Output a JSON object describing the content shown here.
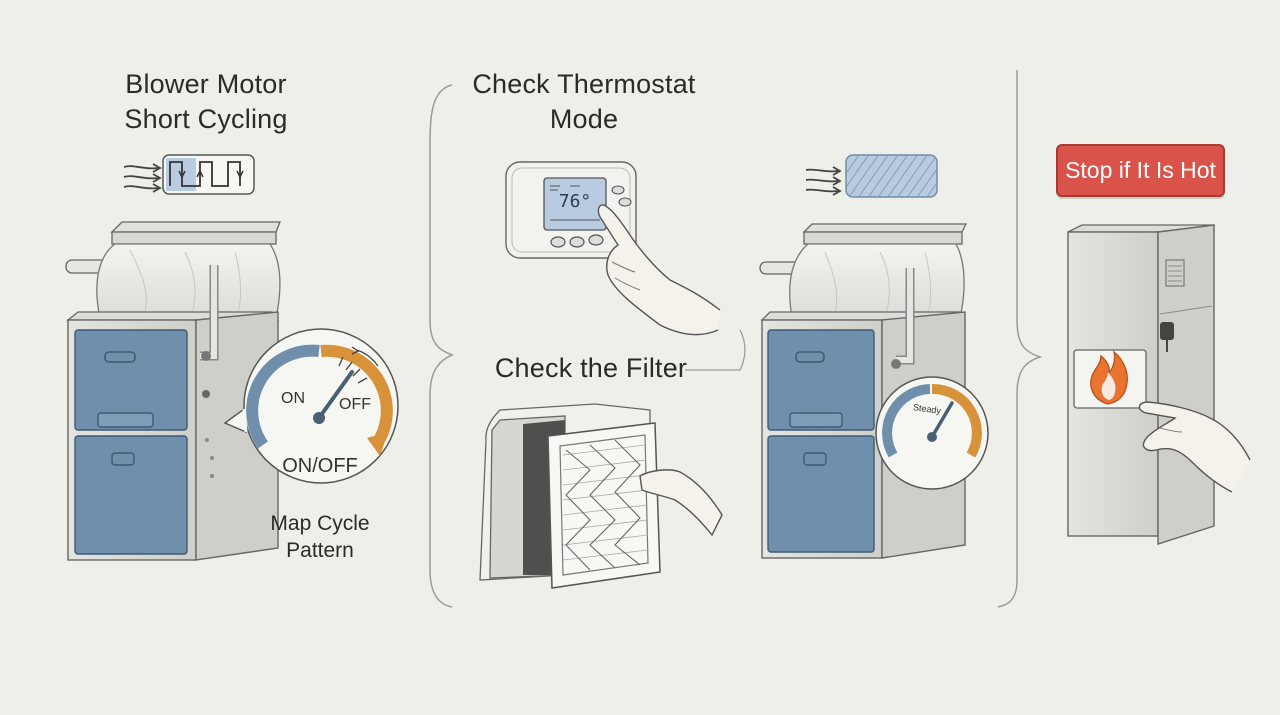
{
  "panels": {
    "blower": {
      "title_line1": "Blower Motor",
      "title_line2": "Short Cycling",
      "gauge_on": "ON",
      "gauge_off": "OFF",
      "gauge_caption": "ON/OFF",
      "caption_line1": "Map Cycle",
      "caption_line2": "Pattern"
    },
    "thermostat": {
      "title_line1": "Check Thermostat",
      "title_line2": "Mode",
      "display_temp": "76°"
    },
    "filter": {
      "title": "Check the Filter",
      "gauge_label": "Steady"
    },
    "hot": {
      "warning_label": "Stop if It Is Hot"
    }
  },
  "colors": {
    "background": "#efefea",
    "panel_blue": "#6f8fac",
    "gauge_orange": "#d8923a",
    "warning_red": "#d9534a",
    "flame_orange": "#e9742f"
  }
}
